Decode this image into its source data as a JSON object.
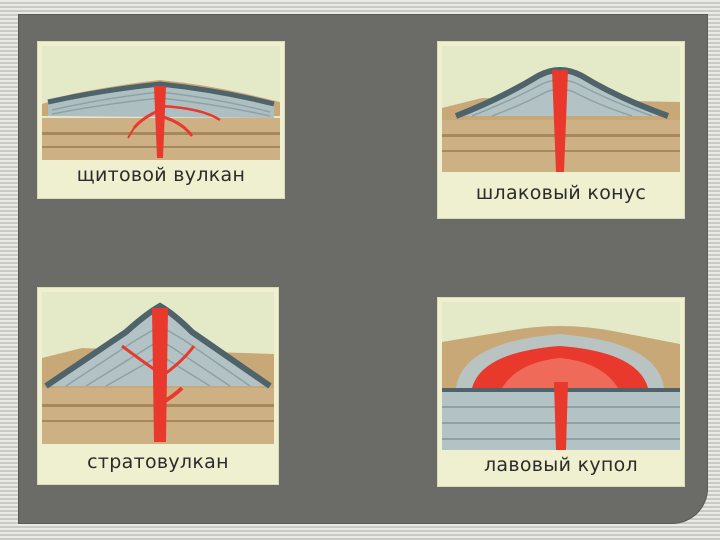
{
  "slide": {
    "panels": [
      {
        "id": "shield",
        "label": "щитовой вулкан"
      },
      {
        "id": "cinder",
        "label": "шлаковый конус"
      },
      {
        "id": "strato",
        "label": "стратовулкан"
      },
      {
        "id": "dome",
        "label": "лавовый купол"
      }
    ]
  },
  "colors": {
    "magma": "#e8392c",
    "sky": "#e3e8c7",
    "ash": "#4f6269",
    "layer": "#b9c6c6",
    "rock": "#c7a97b"
  }
}
